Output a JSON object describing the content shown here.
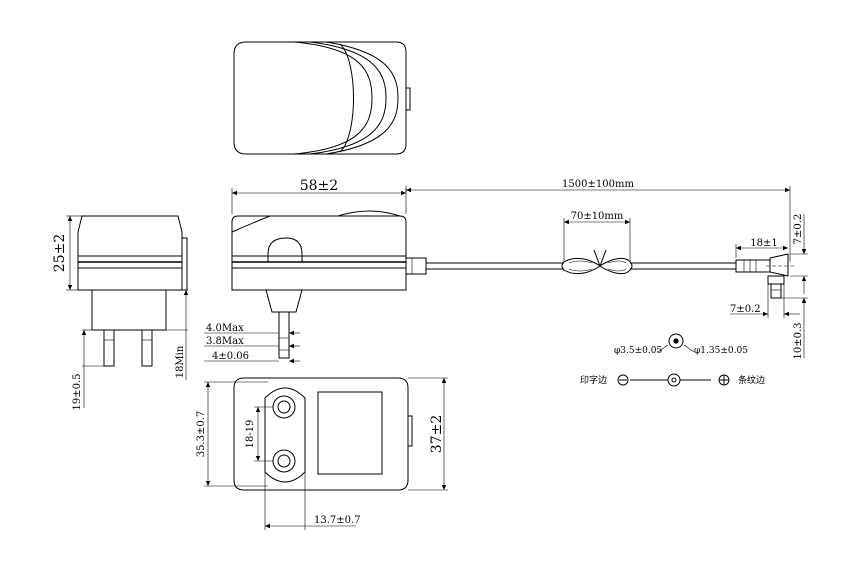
{
  "dimensions": {
    "width_58": "58±2",
    "height_25": "25±2",
    "cable_length": "1500±100mm",
    "tie_length": "70±10mm",
    "plug_18": "18±1",
    "plug_7_top": "7±0.2",
    "plug_7_bottom": "7±0.2",
    "plug_10": "10±0.3",
    "pin_4max": "4.0Max",
    "pin_38max": "3.8Max",
    "pin_4": "4±0.06",
    "pin_18min": "18Min",
    "pin_19": "19±0.5",
    "height_353": "35.3±0.7",
    "pin_spacing": "18-19",
    "height_37": "37±2",
    "width_137": "13.7±0.7"
  },
  "connector": {
    "outer_diameter": "φ3.5±0.05",
    "inner_diameter": "φ1.35±0.05",
    "printed_side": "印字边",
    "striped_side": "条纹边"
  }
}
